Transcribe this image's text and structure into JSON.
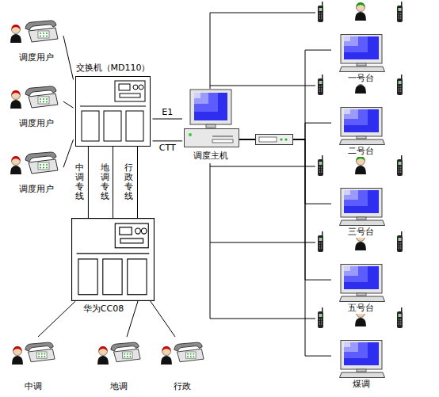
{
  "diagram": {
    "nodes": [
      {
        "text": [
          "调度用户"
        ]
      },
      {
        "text": [
          "调度用户"
        ]
      },
      {
        "text": [
          "调度用户"
        ]
      },
      {
        "text": [
          "交换机（MD110）"
        ]
      },
      {
        "text": [
          "华为CC08"
        ]
      },
      {
        "text": [
          "中调"
        ]
      },
      {
        "text": [
          "地调"
        ]
      },
      {
        "text": [
          "行政"
        ]
      },
      {
        "text": [
          "调度主机"
        ]
      },
      {
        "text": [
          "一号台"
        ]
      },
      {
        "text": [
          "二号台"
        ]
      },
      {
        "text": [
          "三号台"
        ]
      },
      {
        "text": [
          "五号台"
        ]
      },
      {
        "text": [
          "煤调"
        ]
      }
    ],
    "edges": [
      {
        "from": 0,
        "to": 3,
        "arrow": "none"
      },
      {
        "from": 1,
        "to": 3,
        "arrow": "none"
      },
      {
        "from": 2,
        "to": 3,
        "arrow": "none"
      },
      {
        "from": 3,
        "to": 4,
        "label": "中调专线",
        "arrow": "none"
      },
      {
        "from": 3,
        "to": 4,
        "label": "地调专线",
        "arrow": "none"
      },
      {
        "from": 3,
        "to": 4,
        "label": "行政专线",
        "arrow": "none"
      },
      {
        "from": 3,
        "to": 8,
        "label": "E1",
        "arrow": "none"
      },
      {
        "from": 3,
        "to": 8,
        "label": "CTT",
        "arrow": "none"
      },
      {
        "from": 4,
        "to": 5,
        "arrow": "none"
      },
      {
        "from": 4,
        "to": 6,
        "arrow": "none"
      },
      {
        "from": 4,
        "to": 7,
        "arrow": "none"
      },
      {
        "from": 8,
        "to": 9,
        "arrow": "none"
      },
      {
        "from": 8,
        "to": 10,
        "arrow": "none"
      },
      {
        "from": 8,
        "to": 11,
        "arrow": "none"
      },
      {
        "from": 8,
        "to": 12,
        "arrow": "none"
      },
      {
        "from": 8,
        "to": 13,
        "arrow": "none"
      }
    ]
  }
}
